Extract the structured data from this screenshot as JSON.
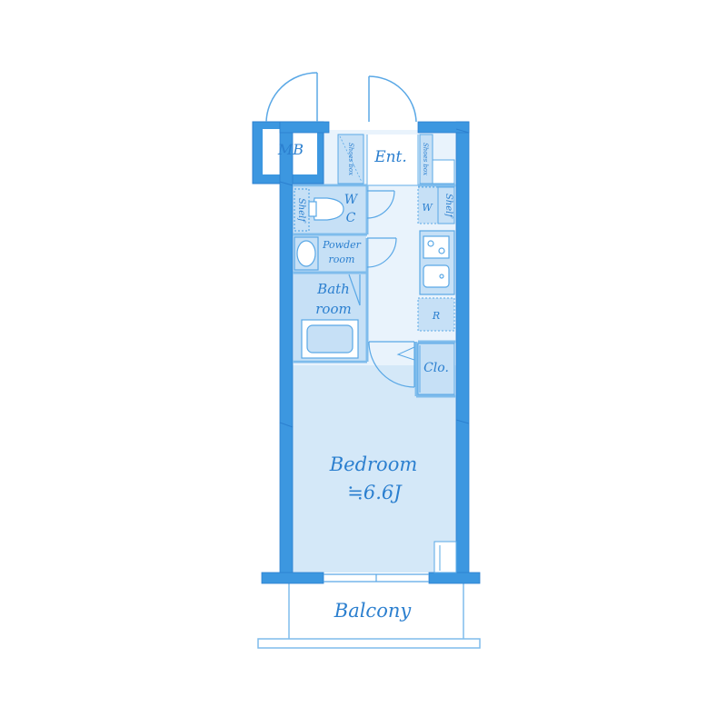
{
  "colors": {
    "wall": "#3c97e0",
    "wall_edge": "#2b7fcf",
    "room_fill": "#d4e8f8",
    "wet_fill": "#c6e0f6",
    "line": "#5aa8e6",
    "text": "#2b7fcf"
  },
  "rooms": {
    "mb": "MB",
    "ent": "Ent.",
    "shoes_box_left": "Shoes box",
    "shoes_box_right": "Shoes box",
    "shelf_left": "Shelf",
    "wc_w": "W",
    "wc_c": "C",
    "w_right": "W",
    "shelf_right": "Shelf",
    "powder_1": "Powder",
    "powder_2": "room",
    "bath_1": "Bath",
    "bath_2": "room",
    "fridge": "R",
    "closet": "Clo.",
    "bedroom": "Bedroom",
    "bedroom_size": "≒6.6J",
    "balcony": "Balcony"
  }
}
